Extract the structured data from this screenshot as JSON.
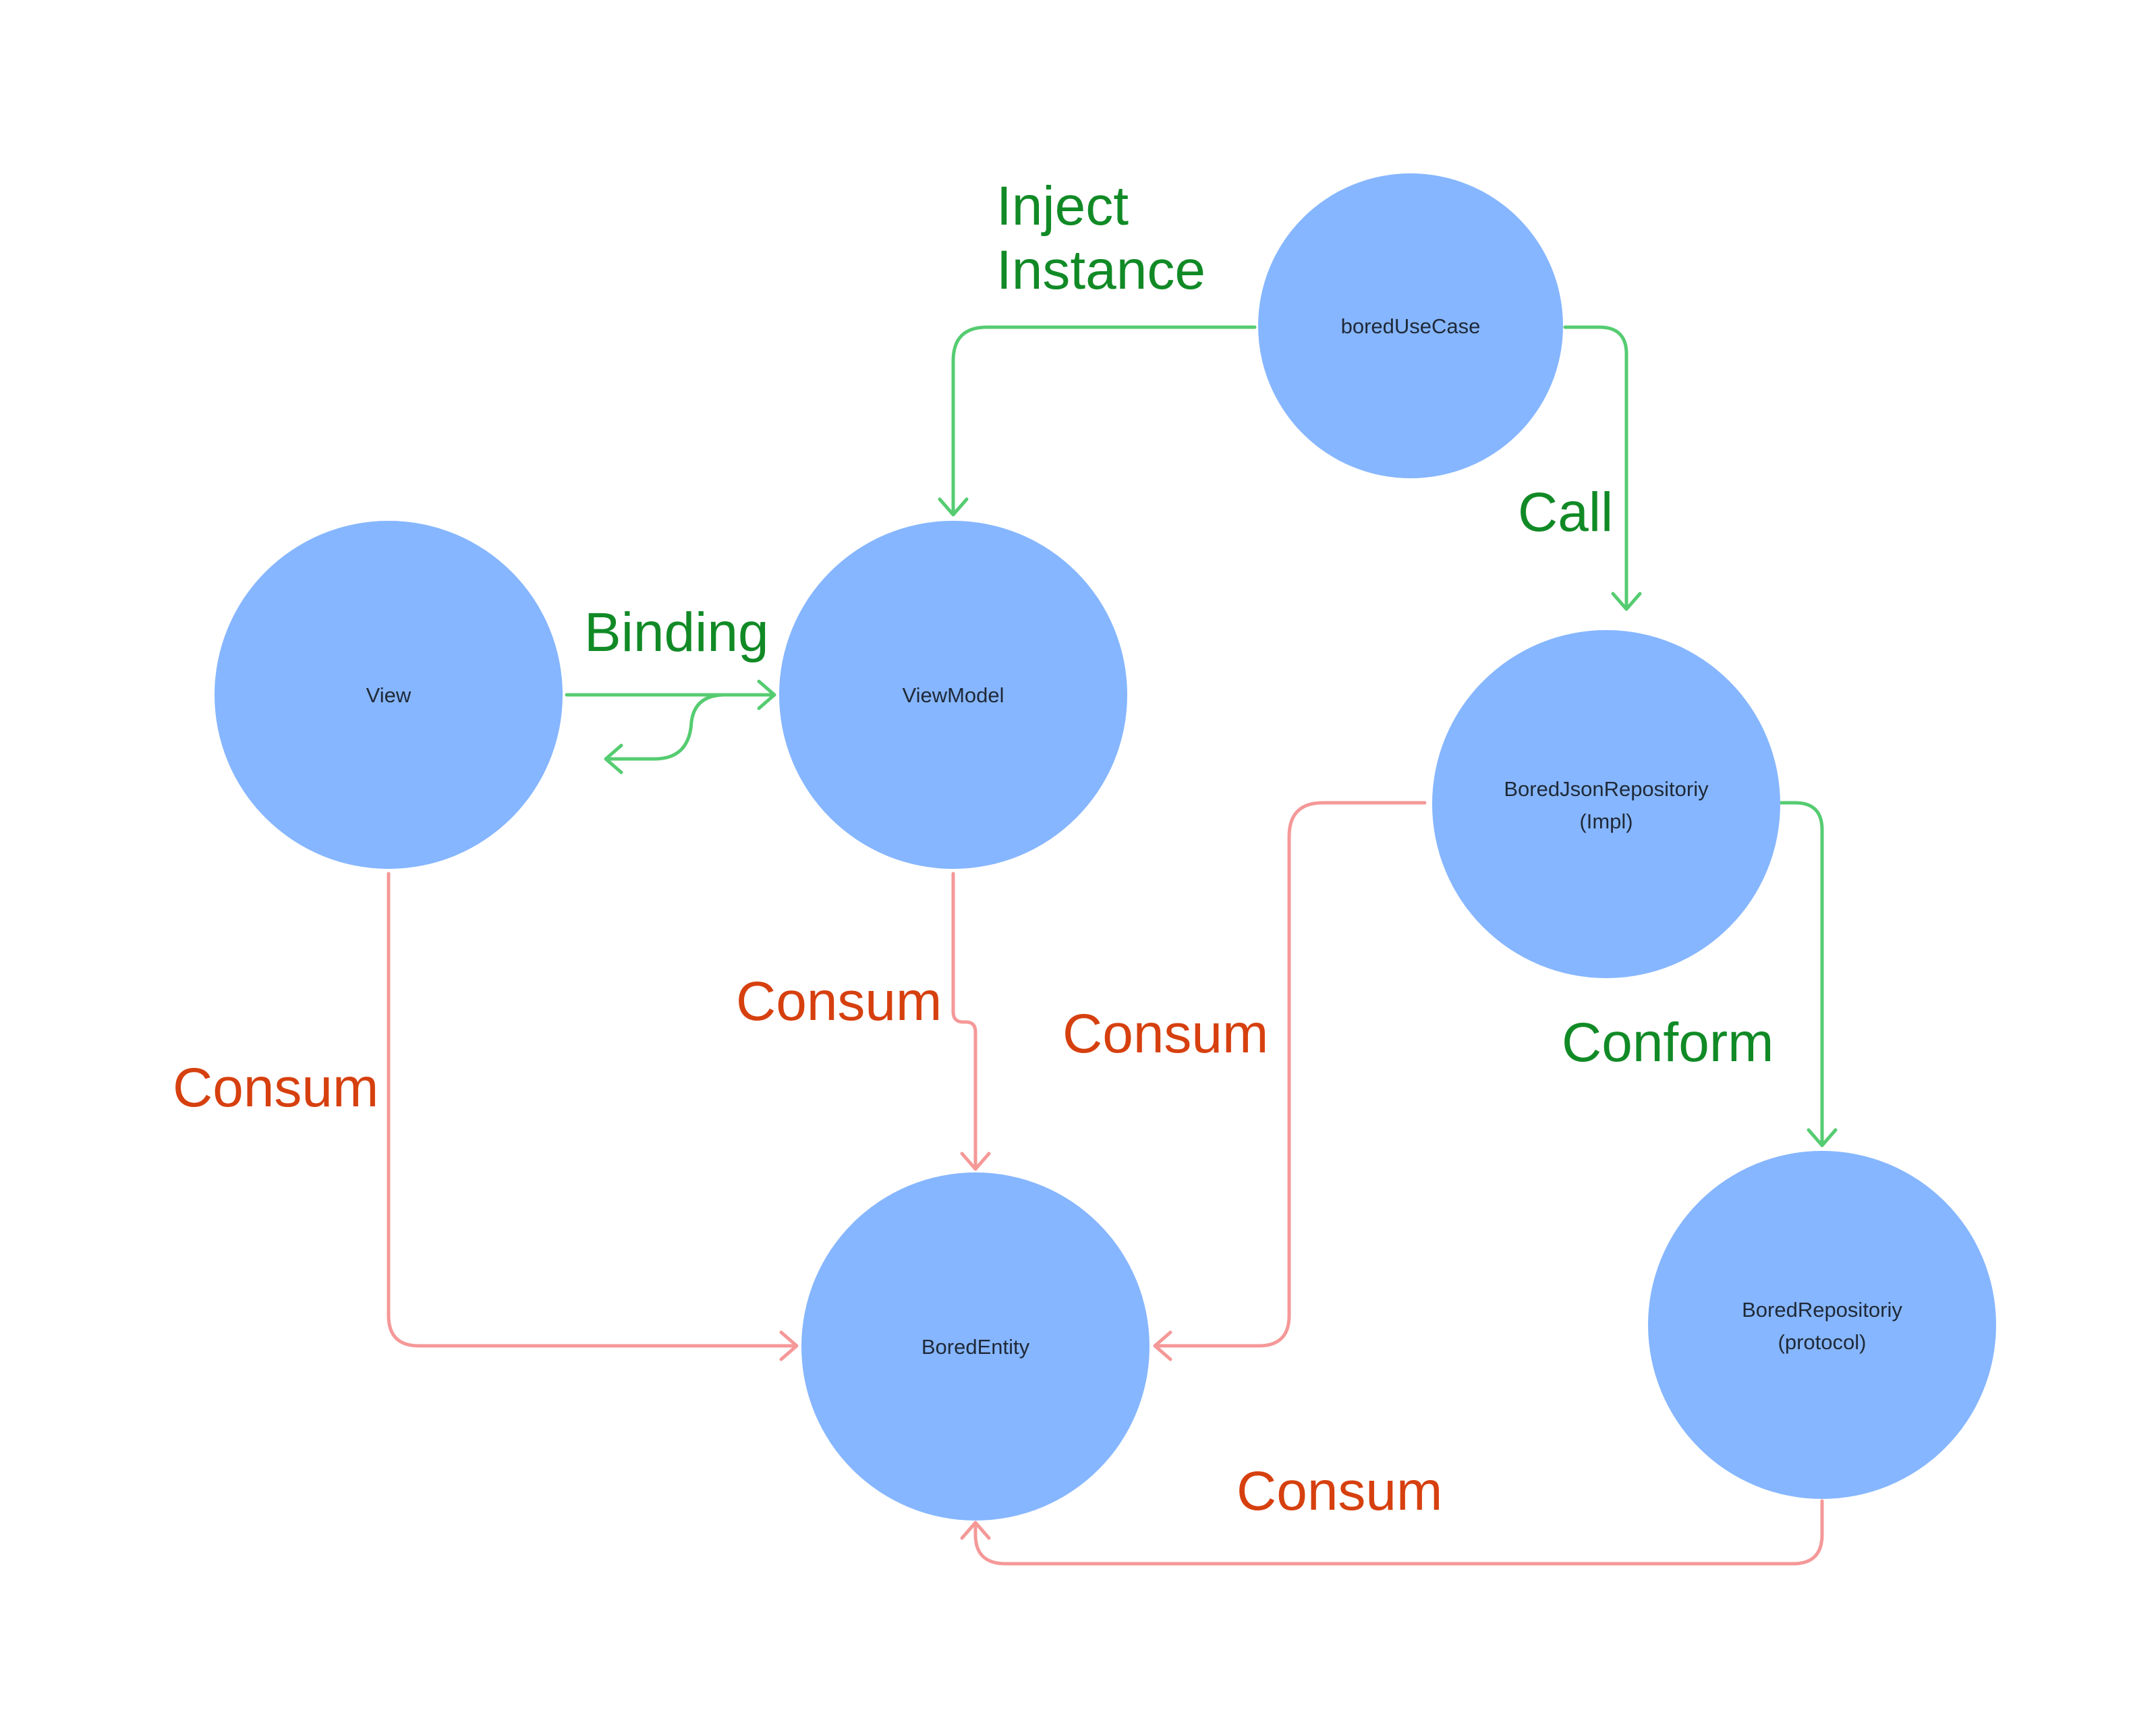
{
  "colors": {
    "node_fill": "#86b6ff",
    "green_edge": "#55cc71",
    "green_label": "#118a26",
    "red_edge": "#f59898",
    "red_label": "#d6400f"
  },
  "nodes": {
    "bored_use_case": {
      "line1": "boredUseCase"
    },
    "view": {
      "line1": "View"
    },
    "view_model": {
      "line1": "ViewModel"
    },
    "bored_json_repository": {
      "line1": "BoredJsonRepositoriy",
      "line2": "(Impl)"
    },
    "bored_entity": {
      "line1": "BoredEntity"
    },
    "bored_repository": {
      "line1": "BoredRepositoriy",
      "line2": "(protocol)"
    }
  },
  "edge_labels": {
    "inject_line1": "Inject",
    "inject_line2": "Instance",
    "call": "Call",
    "binding": "Binding",
    "conform": "Conform",
    "consum_view": "Consum",
    "consum_view_model": "Consum",
    "consum_json_repository": "Consum",
    "consum_repository": "Consum"
  }
}
